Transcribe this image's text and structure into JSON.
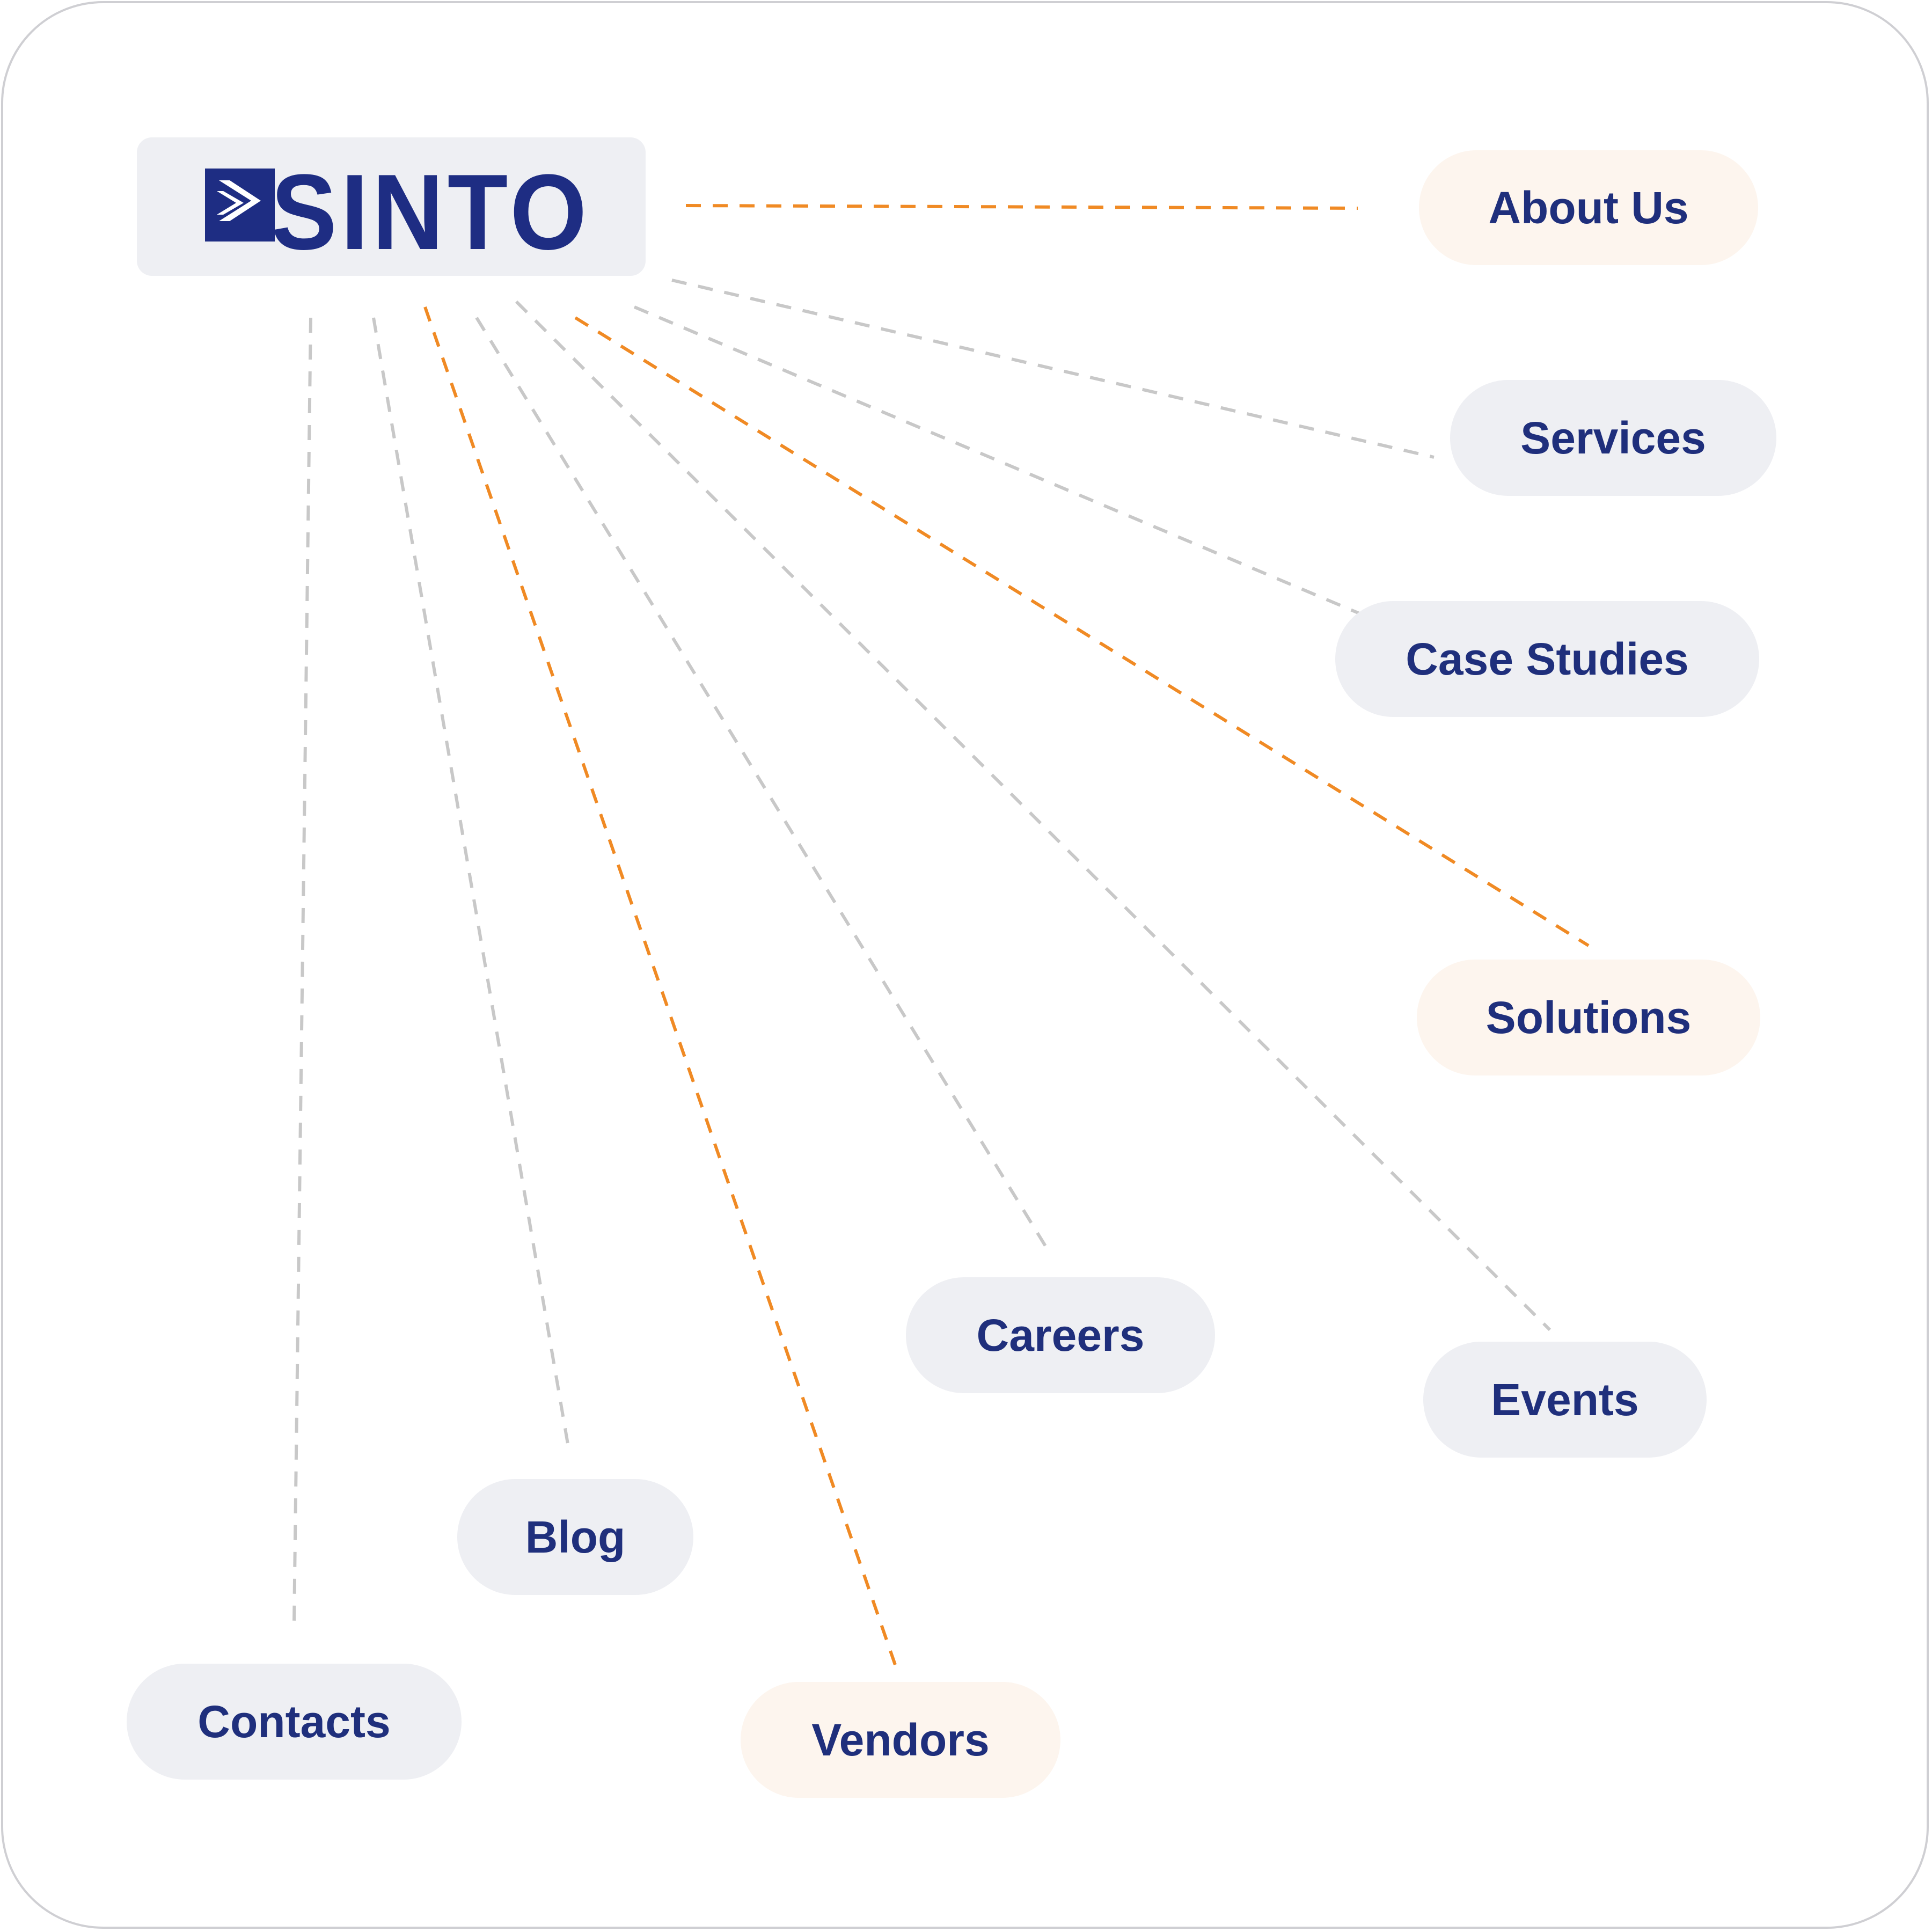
{
  "logo": {
    "text": "SINTO",
    "brand_color": "#1e2d83",
    "icon": "chevron-mark-icon"
  },
  "colors": {
    "node_text": "#1f2f7c",
    "node_gray": "#eeeff3",
    "node_peach": "#fdf5ee",
    "link_highlight": "#f08a24",
    "link_default": "#c8c8c8"
  },
  "nodes": {
    "about_us": "About Us",
    "services": "Services",
    "case_studies": "Case Studies",
    "solutions": "Solutions",
    "events": "Events",
    "careers": "Careers",
    "blog": "Blog",
    "vendors": "Vendors",
    "contacts": "Contacts"
  }
}
